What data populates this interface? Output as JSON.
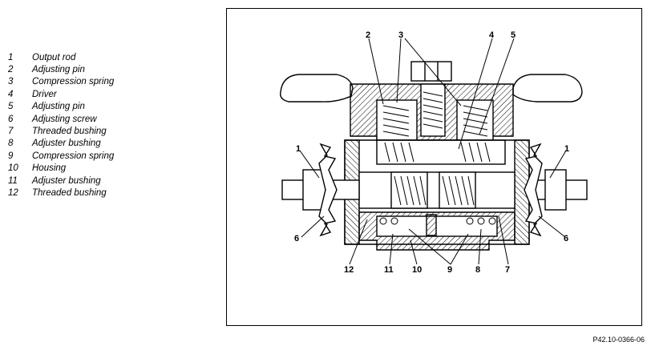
{
  "legend": [
    {
      "num": "1",
      "label": "Output rod"
    },
    {
      "num": "2",
      "label": "Adjusting pin"
    },
    {
      "num": "3",
      "label": "Compression spring"
    },
    {
      "num": "4",
      "label": "Driver"
    },
    {
      "num": "5",
      "label": "Adjusting pin"
    },
    {
      "num": "6",
      "label": "Adjusting screw"
    },
    {
      "num": "7",
      "label": "Threaded bushing"
    },
    {
      "num": "8",
      "label": "Adjuster bushing"
    },
    {
      "num": "9",
      "label": "Compression spring"
    },
    {
      "num": "10",
      "label": "Housing"
    },
    {
      "num": "11",
      "label": "Adjuster bushing"
    },
    {
      "num": "12",
      "label": "Threaded bushing"
    }
  ],
  "callouts": {
    "top": [
      "2",
      "3",
      "4",
      "5"
    ],
    "left_rod": "1",
    "right_rod": "1",
    "left_screw": "6",
    "right_screw": "6",
    "bottom": [
      "12",
      "11",
      "10",
      "9",
      "8",
      "7"
    ]
  },
  "reference_code": "P42.10-0366-06"
}
